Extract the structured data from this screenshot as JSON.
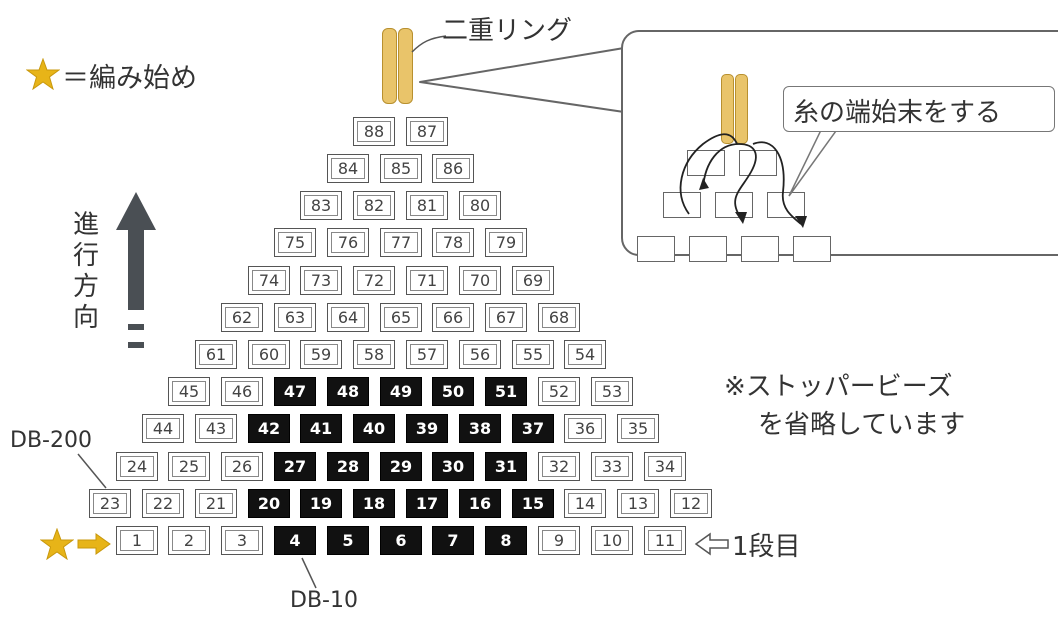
{
  "labels": {
    "start_legend": "＝編み始め",
    "double_ring": "二重リング",
    "direction": [
      "進",
      "行",
      "方",
      "向"
    ],
    "thread_end": "糸の端始末をする",
    "note_line1": "※ストッパービーズ",
    "note_line2": "を省略しています",
    "db200": "DB-200",
    "db10": "DB-10",
    "row1": "1段目"
  },
  "colors": {
    "star": "#e7b418",
    "ring": "#e9c46a",
    "ring_border": "#b8902f",
    "dark_bead": "#111111",
    "arrow": "#4a4f54"
  },
  "rows": [
    [
      {
        "n": "88",
        "d": false
      },
      {
        "n": "87",
        "d": false
      }
    ],
    [
      {
        "n": "84",
        "d": false
      },
      {
        "n": "85",
        "d": false
      },
      {
        "n": "86",
        "d": false
      }
    ],
    [
      {
        "n": "83",
        "d": false
      },
      {
        "n": "82",
        "d": false
      },
      {
        "n": "81",
        "d": false
      },
      {
        "n": "80",
        "d": false
      }
    ],
    [
      {
        "n": "75",
        "d": false
      },
      {
        "n": "76",
        "d": false
      },
      {
        "n": "77",
        "d": false
      },
      {
        "n": "78",
        "d": false
      },
      {
        "n": "79",
        "d": false
      }
    ],
    [
      {
        "n": "74",
        "d": false
      },
      {
        "n": "73",
        "d": false
      },
      {
        "n": "72",
        "d": false
      },
      {
        "n": "71",
        "d": false
      },
      {
        "n": "70",
        "d": false
      },
      {
        "n": "69",
        "d": false
      }
    ],
    [
      {
        "n": "62",
        "d": false
      },
      {
        "n": "63",
        "d": false
      },
      {
        "n": "64",
        "d": false
      },
      {
        "n": "65",
        "d": false
      },
      {
        "n": "66",
        "d": false
      },
      {
        "n": "67",
        "d": false
      },
      {
        "n": "68",
        "d": false
      }
    ],
    [
      {
        "n": "61",
        "d": false
      },
      {
        "n": "60",
        "d": false
      },
      {
        "n": "59",
        "d": false
      },
      {
        "n": "58",
        "d": false
      },
      {
        "n": "57",
        "d": false
      },
      {
        "n": "56",
        "d": false
      },
      {
        "n": "55",
        "d": false
      },
      {
        "n": "54",
        "d": false
      }
    ],
    [
      {
        "n": "45",
        "d": false
      },
      {
        "n": "46",
        "d": false
      },
      {
        "n": "47",
        "d": true
      },
      {
        "n": "48",
        "d": true
      },
      {
        "n": "49",
        "d": true
      },
      {
        "n": "50",
        "d": true
      },
      {
        "n": "51",
        "d": true
      },
      {
        "n": "52",
        "d": false
      },
      {
        "n": "53",
        "d": false
      }
    ],
    [
      {
        "n": "44",
        "d": false
      },
      {
        "n": "43",
        "d": false
      },
      {
        "n": "42",
        "d": true
      },
      {
        "n": "41",
        "d": true
      },
      {
        "n": "40",
        "d": true
      },
      {
        "n": "39",
        "d": true
      },
      {
        "n": "38",
        "d": true
      },
      {
        "n": "37",
        "d": true
      },
      {
        "n": "36",
        "d": false
      },
      {
        "n": "35",
        "d": false
      }
    ],
    [
      {
        "n": "24",
        "d": false
      },
      {
        "n": "25",
        "d": false
      },
      {
        "n": "26",
        "d": false
      },
      {
        "n": "27",
        "d": true
      },
      {
        "n": "28",
        "d": true
      },
      {
        "n": "29",
        "d": true
      },
      {
        "n": "30",
        "d": true
      },
      {
        "n": "31",
        "d": true
      },
      {
        "n": "32",
        "d": false
      },
      {
        "n": "33",
        "d": false
      },
      {
        "n": "34",
        "d": false
      }
    ],
    [
      {
        "n": "23",
        "d": false
      },
      {
        "n": "22",
        "d": false
      },
      {
        "n": "21",
        "d": false
      },
      {
        "n": "20",
        "d": true
      },
      {
        "n": "19",
        "d": true
      },
      {
        "n": "18",
        "d": true
      },
      {
        "n": "17",
        "d": true
      },
      {
        "n": "16",
        "d": true
      },
      {
        "n": "15",
        "d": true
      },
      {
        "n": "14",
        "d": false
      },
      {
        "n": "13",
        "d": false
      },
      {
        "n": "12",
        "d": false
      }
    ],
    [
      {
        "n": "1",
        "d": false
      },
      {
        "n": "2",
        "d": false
      },
      {
        "n": "3",
        "d": false
      },
      {
        "n": "4",
        "d": true
      },
      {
        "n": "5",
        "d": true
      },
      {
        "n": "6",
        "d": true
      },
      {
        "n": "7",
        "d": true
      },
      {
        "n": "8",
        "d": true
      },
      {
        "n": "9",
        "d": false
      },
      {
        "n": "10",
        "d": false
      },
      {
        "n": "11",
        "d": false
      }
    ]
  ]
}
